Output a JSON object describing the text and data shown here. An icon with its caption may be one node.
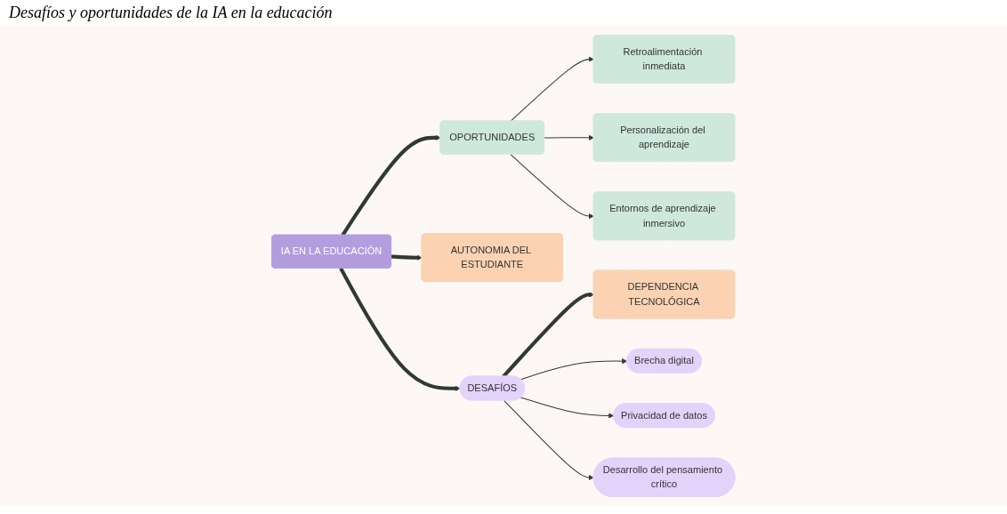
{
  "diagram": {
    "title": "Desafíos y oportunidades de la IA en la educación",
    "nodes": [
      {
        "text": [
          "IA EN LA EDUCACIÓN"
        ]
      },
      {
        "text": [
          "OPORTUNIDADES"
        ]
      },
      {
        "text": [
          "Retroalimentación inmediata"
        ]
      },
      {
        "text": [
          "Personalización del aprendizaje"
        ]
      },
      {
        "text": [
          "Entornos de aprendizaje inmersivo"
        ]
      },
      {
        "text": [
          "AUTONOMIA DEL ESTUDIANTE"
        ]
      },
      {
        "text": [
          "DESAFÍOS"
        ]
      },
      {
        "text": [
          "DEPENDENCIA TECNOLÓGICA"
        ]
      },
      {
        "text": [
          "Brecha digital"
        ]
      },
      {
        "text": [
          "Privacidad de datos"
        ]
      },
      {
        "text": [
          "Desarrollo del pensamiento crítico"
        ]
      }
    ],
    "edges": [
      {
        "from": 0,
        "to": 1,
        "arrow": "to",
        "style": "thick"
      },
      {
        "from": 1,
        "to": 2,
        "arrow": "to"
      },
      {
        "from": 1,
        "to": 3,
        "arrow": "to"
      },
      {
        "from": 1,
        "to": 4,
        "arrow": "to"
      },
      {
        "from": 0,
        "to": 5,
        "arrow": "to",
        "style": "thick"
      },
      {
        "from": 0,
        "to": 6,
        "arrow": "to",
        "style": "thick"
      },
      {
        "from": 6,
        "to": 7,
        "arrow": "to",
        "style": "thick"
      },
      {
        "from": 6,
        "to": 8,
        "arrow": "to"
      },
      {
        "from": 6,
        "to": 9,
        "arrow": "to"
      },
      {
        "from": 6,
        "to": 10,
        "arrow": "to"
      }
    ]
  }
}
